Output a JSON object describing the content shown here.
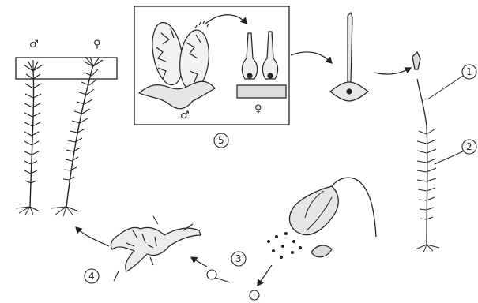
{
  "labels": {
    "male_top": "♂",
    "female_top": "♀",
    "male_inset": "♂",
    "female_inset": "♀",
    "n1": "1",
    "n2": "2",
    "n3": "3",
    "n4": "4",
    "n5": "5"
  }
}
